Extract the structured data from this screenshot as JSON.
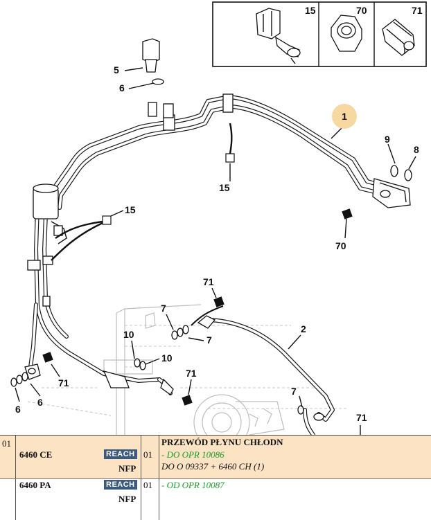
{
  "callouts": {
    "inset_15": "15",
    "inset_70": "70",
    "inset_71": "71",
    "c5": "5",
    "c6_top": "6",
    "c1": "1",
    "c9": "9",
    "c8": "8",
    "c15_mid": "15",
    "c15_left": "15",
    "c70": "70",
    "c71_mid": "71",
    "c7_a": "7",
    "c2": "2",
    "c10_a": "10",
    "c7_b": "7",
    "c10_b": "10",
    "c71_left": "71",
    "c71_bot": "71",
    "c7_c": "7",
    "c71_right": "71",
    "c6_left": "6",
    "c6_bot": "6"
  },
  "table": {
    "row1": {
      "index": "01",
      "code": "6460 CE",
      "badge": "REACH",
      "nfp": "NFP",
      "qty": "01",
      "title": "PRZEWÓD PŁYNU CHŁODN",
      "line1": "- DO OPR 10086",
      "line2": "DO O 09337 + 6460 CH (1)"
    },
    "row2": {
      "code": "6460 PA",
      "badge": "REACH",
      "nfp": "NFP",
      "qty": "01",
      "line1": "- OD OPR 10087"
    }
  },
  "colors": {
    "highlight_row": "#fbe3c4",
    "callout_1_circle": "#f6d8a0",
    "reach_badge": "#3c5a80",
    "date_text": "#1f9c2b"
  }
}
